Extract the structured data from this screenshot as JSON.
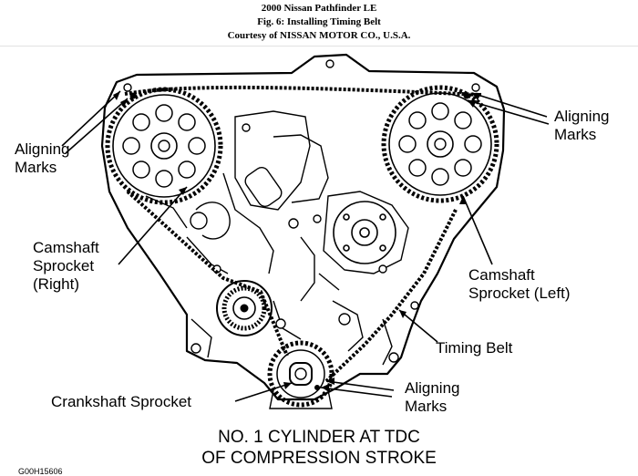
{
  "header": {
    "line1": "2000 Nissan Pathfinder LE",
    "line2": "Fig. 6: Installing Timing Belt",
    "line3": "Courtesy of NISSAN MOTOR CO., U.S.A."
  },
  "labels": {
    "aligning_marks_left": "Aligning\nMarks",
    "aligning_marks_right": "Aligning\nMarks",
    "camshaft_right": "Camshaft\nSprocket\n(Right)",
    "camshaft_left": "Camshaft\nSprocket (Left)",
    "timing_belt": "Timing Belt",
    "crankshaft": "Crankshaft Sprocket",
    "aligning_marks_bottom": "Aligning\nMarks"
  },
  "caption": {
    "line1": "NO. 1 CYLINDER AT TDC",
    "line2": "OF COMPRESSION STROKE"
  },
  "footer_code": "G00H15606"
}
